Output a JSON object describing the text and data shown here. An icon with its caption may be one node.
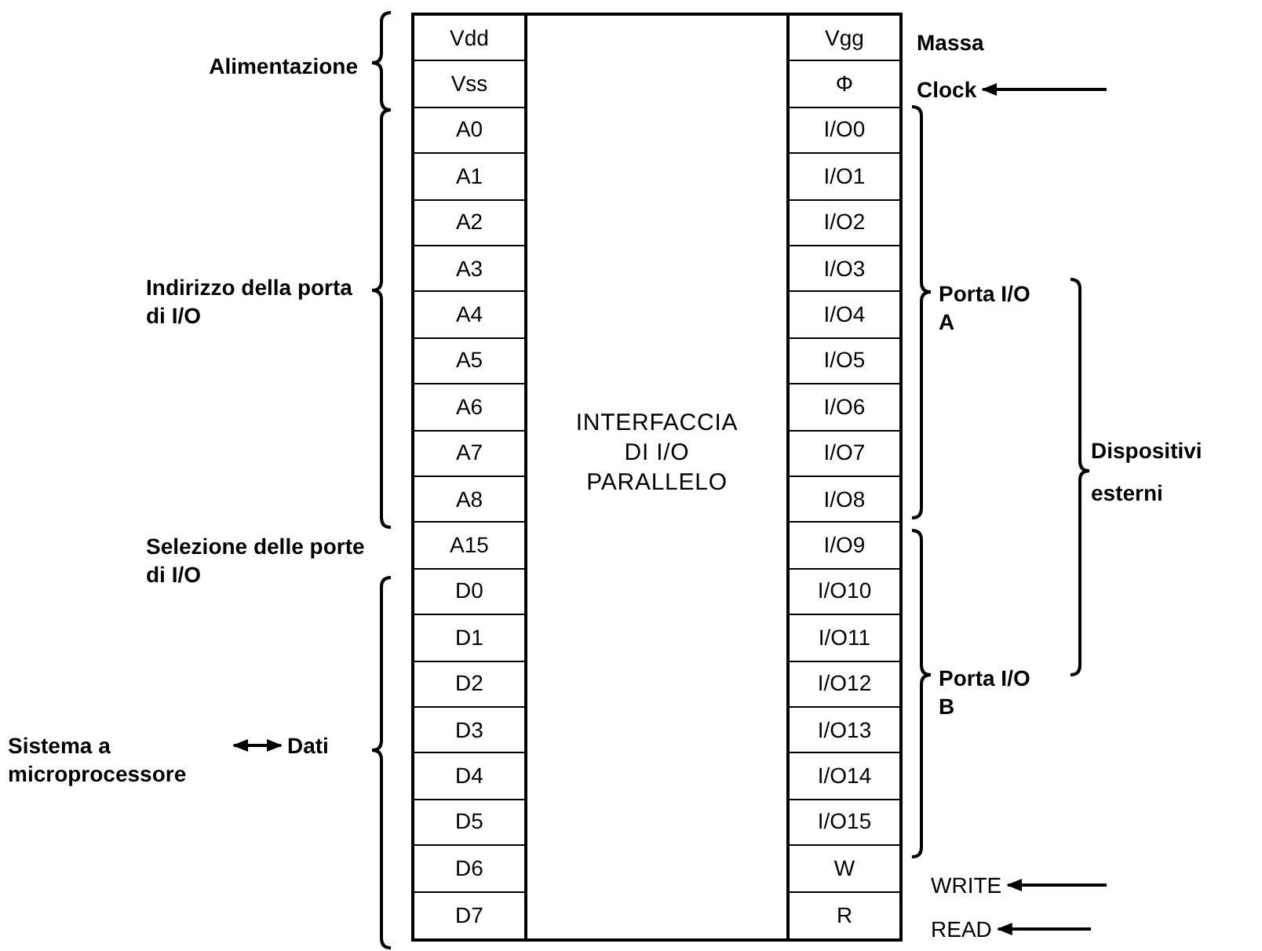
{
  "diagram": {
    "nodes": [
      {
        "text": [
          "INTERFACCIA DI I/O PARALLELO"
        ]
      },
      {
        "text": [
          "Vdd"
        ],
        "in": 0
      },
      {
        "text": [
          "Vss"
        ],
        "in": 0
      },
      {
        "text": [
          "A0"
        ],
        "in": 0
      },
      {
        "text": [
          "A1"
        ],
        "in": 0
      },
      {
        "text": [
          "A2"
        ],
        "in": 0
      },
      {
        "text": [
          "A3"
        ],
        "in": 0
      },
      {
        "text": [
          "A4"
        ],
        "in": 0
      },
      {
        "text": [
          "A5"
        ],
        "in": 0
      },
      {
        "text": [
          "A6"
        ],
        "in": 0
      },
      {
        "text": [
          "A7"
        ],
        "in": 0
      },
      {
        "text": [
          "A8"
        ],
        "in": 0
      },
      {
        "text": [
          "A15"
        ],
        "in": 0
      },
      {
        "text": [
          "D0"
        ],
        "in": 0
      },
      {
        "text": [
          "D1"
        ],
        "in": 0
      },
      {
        "text": [
          "D2"
        ],
        "in": 0
      },
      {
        "text": [
          "D3"
        ],
        "in": 0
      },
      {
        "text": [
          "D4"
        ],
        "in": 0
      },
      {
        "text": [
          "D5"
        ],
        "in": 0
      },
      {
        "text": [
          "D6"
        ],
        "in": 0
      },
      {
        "text": [
          "D7"
        ],
        "in": 0
      },
      {
        "text": [
          "Vgg"
        ],
        "in": 0
      },
      {
        "text": [
          "Φ"
        ],
        "in": 0
      },
      {
        "text": [
          "I/O0"
        ],
        "in": 0
      },
      {
        "text": [
          "I/O1"
        ],
        "in": 0
      },
      {
        "text": [
          "I/O2"
        ],
        "in": 0
      },
      {
        "text": [
          "I/O3"
        ],
        "in": 0
      },
      {
        "text": [
          "I/O4"
        ],
        "in": 0
      },
      {
        "text": [
          "I/O5"
        ],
        "in": 0
      },
      {
        "text": [
          "I/O6"
        ],
        "in": 0
      },
      {
        "text": [
          "I/O7"
        ],
        "in": 0
      },
      {
        "text": [
          "I/O8"
        ],
        "in": 0
      },
      {
        "text": [
          "I/O9"
        ],
        "in": 0
      },
      {
        "text": [
          "I/O10"
        ],
        "in": 0
      },
      {
        "text": [
          "I/O11"
        ],
        "in": 0
      },
      {
        "text": [
          "I/O12"
        ],
        "in": 0
      },
      {
        "text": [
          "I/O13"
        ],
        "in": 0
      },
      {
        "text": [
          "I/O14"
        ],
        "in": 0
      },
      {
        "text": [
          "I/O15"
        ],
        "in": 0
      },
      {
        "text": [
          "W"
        ],
        "in": 0
      },
      {
        "text": [
          "R"
        ],
        "in": 0
      },
      {
        "text": [
          "Clock"
        ]
      },
      {
        "text": [
          "Sistema a microprocessore"
        ]
      },
      {
        "text": [
          "Dati"
        ]
      },
      {
        "text": [
          "WRITE"
        ]
      },
      {
        "text": [
          "READ"
        ]
      }
    ],
    "edges": [
      {
        "from": null,
        "to": 41,
        "arrow": "to"
      },
      {
        "from": 42,
        "to": 43,
        "arrow": "both"
      },
      {
        "from": null,
        "to": 44,
        "arrow": "to"
      },
      {
        "from": null,
        "to": 45,
        "arrow": "to"
      }
    ],
    "labels": [
      "Alimentazione",
      "Indirizzo della porta di I/O",
      "Selezione delle porte di I/O",
      "Massa",
      "Porta I/O A",
      "Porta I/O B",
      "Dispositivi esterni"
    ]
  }
}
